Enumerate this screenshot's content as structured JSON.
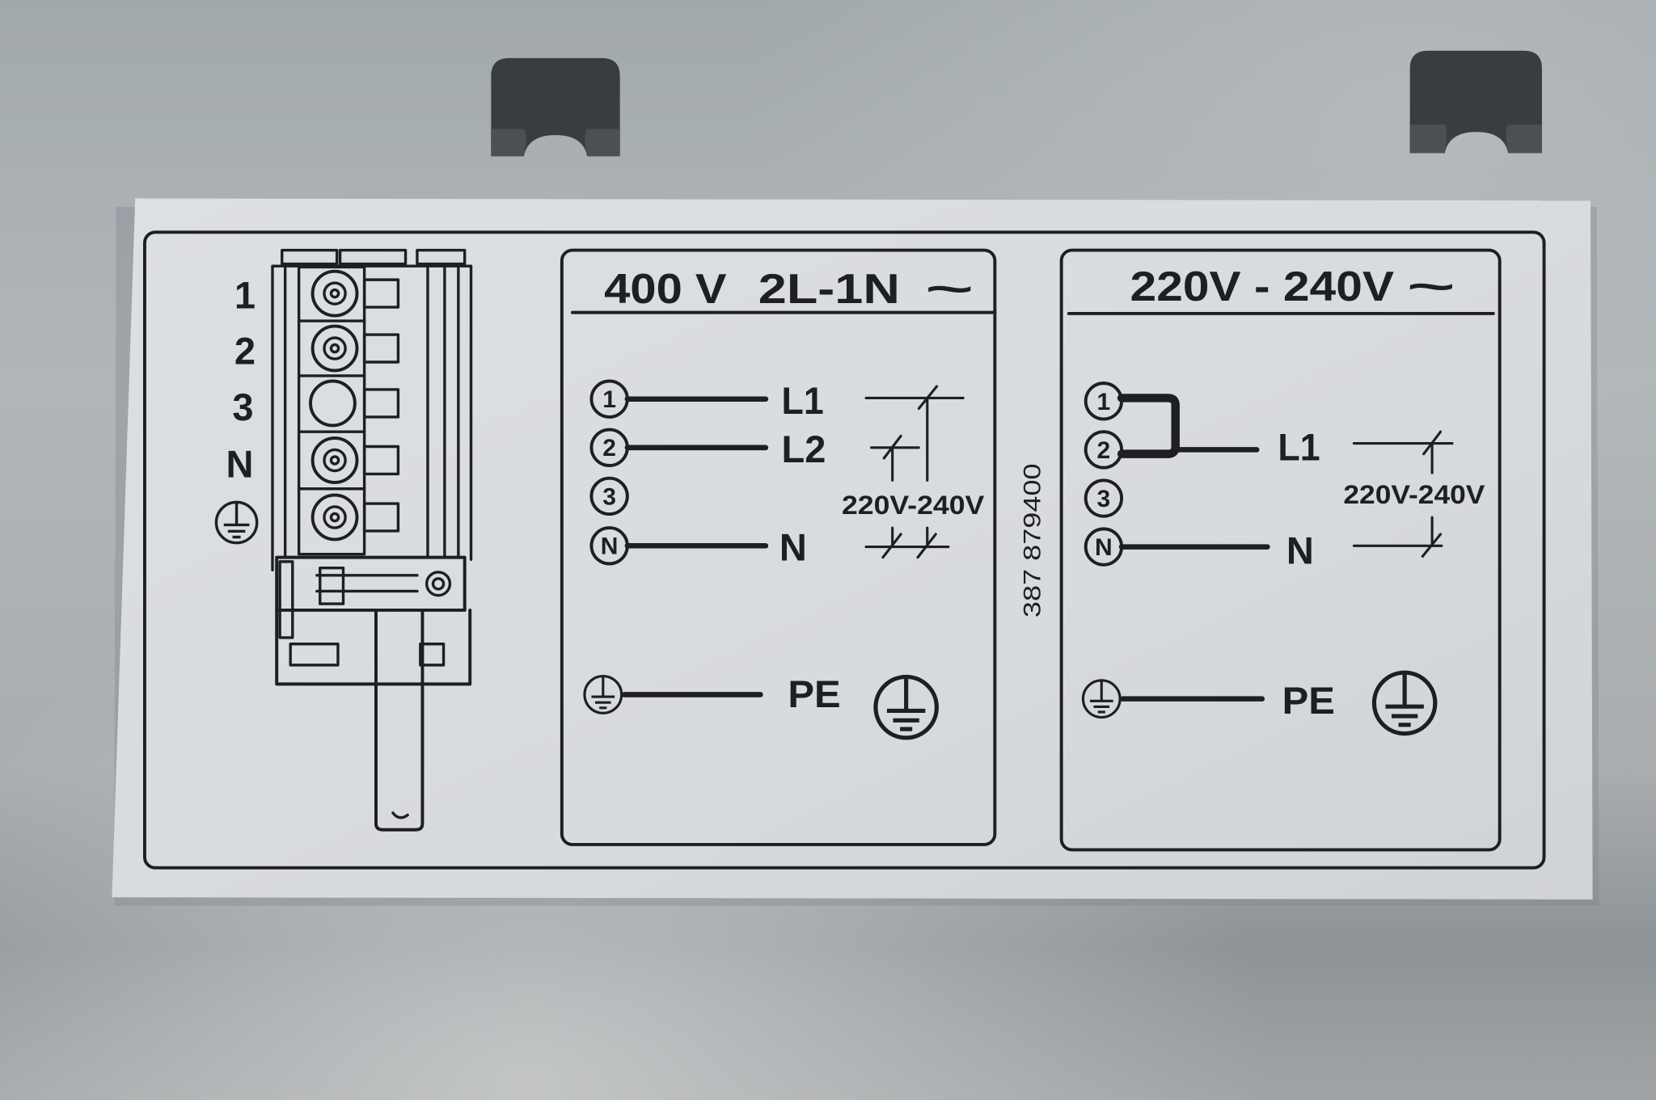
{
  "terminal_block": {
    "labels": [
      "1",
      "2",
      "3",
      "N"
    ]
  },
  "panel_400v": {
    "header": {
      "voltage": "400 V",
      "config": "2L-1N",
      "symbol": "~"
    },
    "terminals": [
      "1",
      "2",
      "3",
      "N"
    ],
    "wire_labels": {
      "l1": "L1",
      "l2": "L2",
      "n": "N",
      "pe": "PE"
    },
    "voltage_note": "220V-240V"
  },
  "part_number": "387 879400",
  "panel_220v": {
    "header": {
      "voltage": "220V - 240V",
      "symbol": "~"
    },
    "terminals": [
      "1",
      "2",
      "3",
      "N"
    ],
    "wire_labels": {
      "l1": "L1",
      "n": "N",
      "pe": "PE"
    },
    "voltage_note": "220V-240V"
  },
  "icons": {
    "earth": "ground-icon",
    "clip": "mounting-clip",
    "screw": "terminal-screw-icon"
  },
  "colors": {
    "ink": "#1e1f21",
    "label": "#d9dce0",
    "clip": "#3a3d3f",
    "steel": "#a7adb1"
  }
}
